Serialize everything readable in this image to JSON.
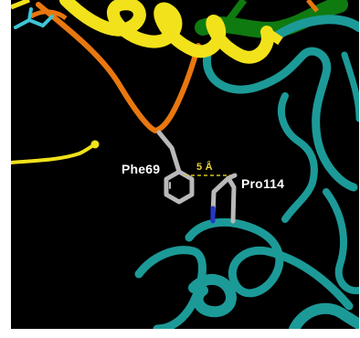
{
  "molecule_view": {
    "labels": {
      "residue_a": "Phe69",
      "residue_b": "Pro114",
      "distance": "5 Å"
    },
    "colors": {
      "background": "#000000",
      "helix_yellow": "#f2e21b",
      "loop_orange": "#e8770f",
      "ribbon_teal": "#1c9a98",
      "ribbon_green": "#0f7a10",
      "sidechain_gray": "#b9b9b9",
      "nitrogen_blue": "#2438c8",
      "distance_line": "#d6c21a"
    }
  }
}
